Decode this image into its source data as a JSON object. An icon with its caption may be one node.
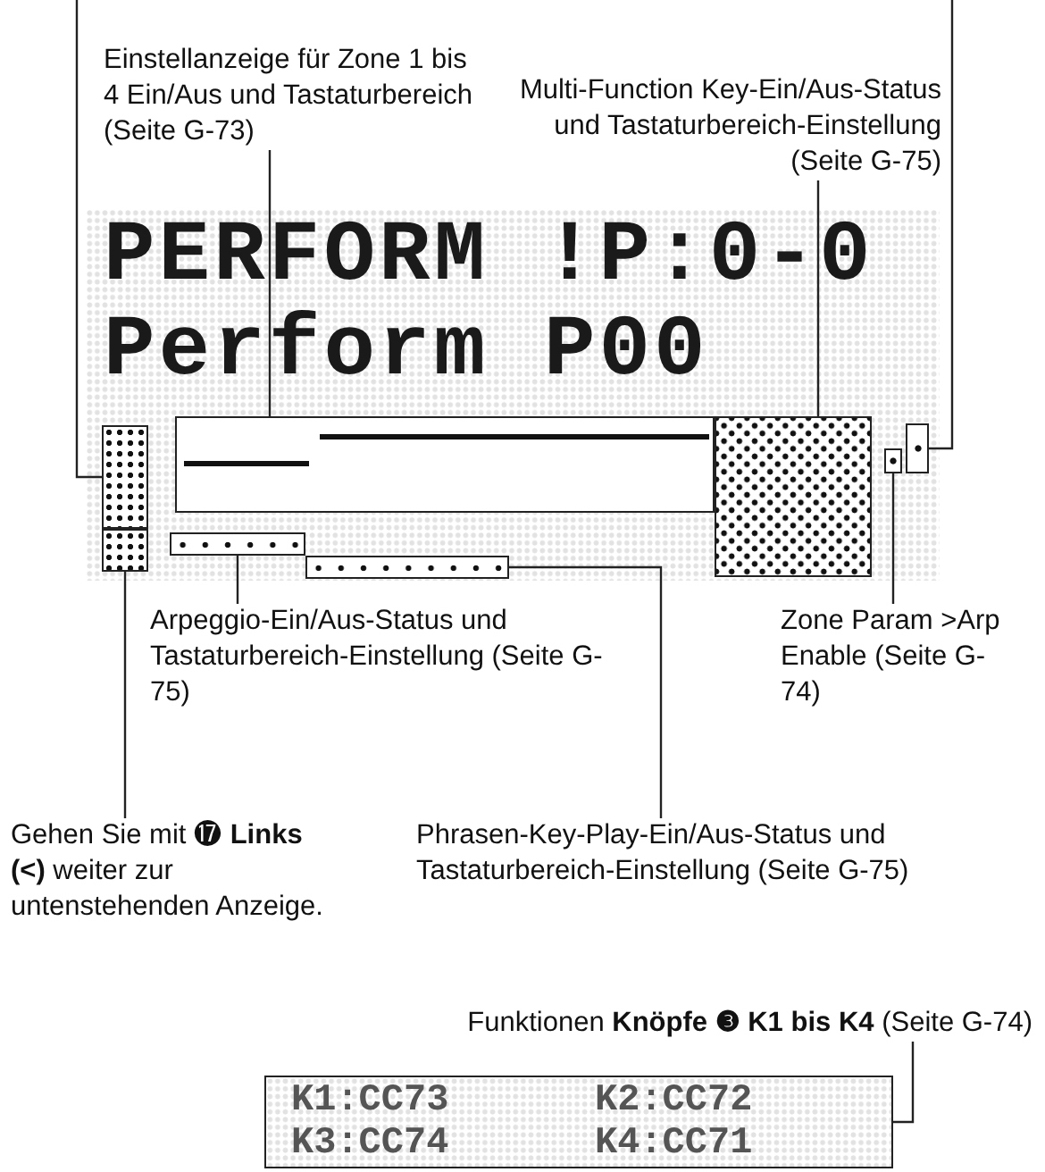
{
  "diagram": {
    "nodes": [
      {
        "text": [
          "Einstellanzeige für Zone 1 bis 4 Ein/Aus und Tastaturbereich (Seite G-73)"
        ]
      },
      {
        "text": [
          "Multi-Function Key-Ein/Aus-Status und Tastaturbereich-Einstellung (Seite G-75)"
        ]
      },
      {
        "text": [
          "PERFORM !P:0-0",
          "Perform P00"
        ]
      },
      {
        "text": [],
        "shape": "box",
        "in": 2
      },
      {
        "text": [],
        "shape": "box",
        "in": 2
      },
      {
        "text": [],
        "shape": "box",
        "in": 2
      },
      {
        "text": [],
        "shape": "box",
        "in": 2
      },
      {
        "text": [],
        "shape": "box",
        "in": 2
      },
      {
        "text": [],
        "shape": "box",
        "in": 2
      },
      {
        "text": [],
        "shape": "box",
        "in": 2
      },
      {
        "text": [],
        "shape": "box",
        "in": 2
      },
      {
        "text": [
          "Arpeggio-Ein/Aus-Status und Tastaturbereich-Einstellung (Seite G-75)"
        ]
      },
      {
        "text": [
          "Zone Param >Arp Enable (Seite G-74)"
        ]
      },
      {
        "text": [
          "Gehen Sie mit ⓱ **Links (<)** weiter zur untenstehenden Anzeige."
        ]
      },
      {
        "text": [
          "Phrasen-Key-Play-Ein/Aus-Status und Tastaturbereich-Einstellung (Seite G-75)"
        ]
      },
      {
        "text": [
          "Funktionen **Knöpfe ❸ K1 bis K4** (Seite G-74)"
        ]
      },
      {
        "text": [
          "K1:CC73",
          "K2:CC72",
          "K3:CC74",
          "K4:CC71"
        ]
      }
    ],
    "edges": [
      {
        "from": null,
        "to": 3,
        "arrow": "none"
      },
      {
        "from": 0,
        "to": 5,
        "arrow": "none"
      },
      {
        "from": 1,
        "to": 6,
        "arrow": "none"
      },
      {
        "from": null,
        "to": 8,
        "arrow": "none"
      },
      {
        "from": 4,
        "to": 13,
        "arrow": "none"
      },
      {
        "from": 9,
        "to": 11,
        "arrow": "none"
      },
      {
        "from": 7,
        "to": 12,
        "arrow": "none"
      },
      {
        "from": 10,
        "to": 14,
        "arrow": "none"
      },
      {
        "from": 15,
        "to": 16,
        "arrow": "none"
      }
    ]
  }
}
